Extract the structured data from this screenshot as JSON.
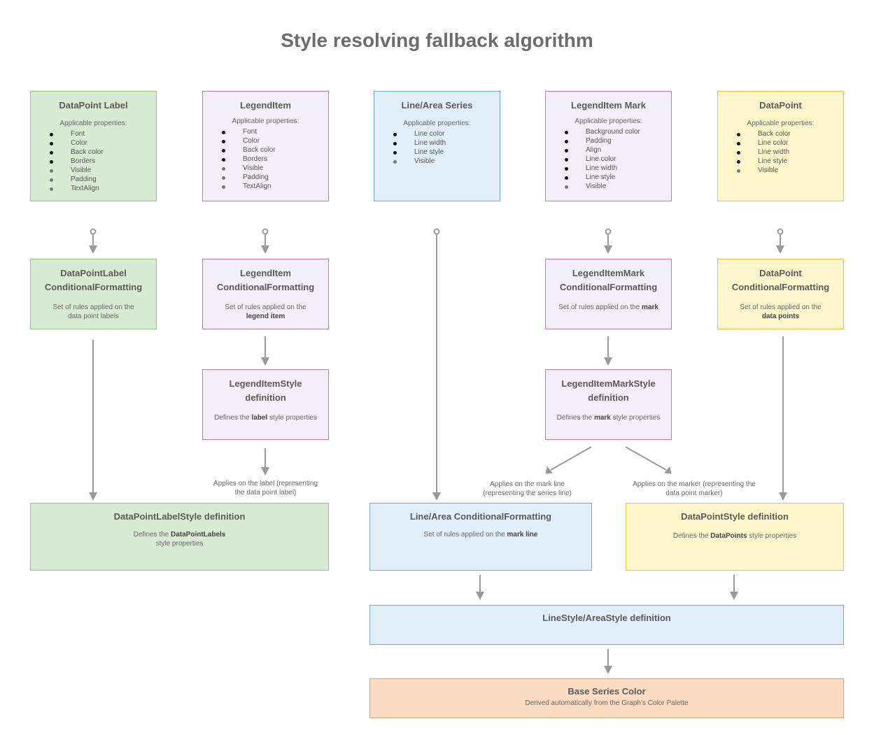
{
  "title": "Style resolving fallback algorithm",
  "boxes": {
    "datapoint_label": {
      "title": "DataPoint Label",
      "props_label": "Applicable properties:",
      "props": [
        "Font",
        "Color",
        "Back color",
        "Borders",
        "Visible",
        "Padding",
        "TextAlign"
      ]
    },
    "legend_item": {
      "title": "LegendItem",
      "props_label": "Applicable properties:",
      "props": [
        "Font",
        "Color",
        "Back color",
        "Borders",
        "Visible",
        "Padding",
        "TextAlign"
      ]
    },
    "line_area_series": {
      "title": "Line/Area Series",
      "props_label": "Applicable properties:",
      "props": [
        "Line color",
        "Line width",
        "Line style",
        "Visible"
      ]
    },
    "legend_item_mark": {
      "title": "LegendItem Mark",
      "props_label": "Applicable properties:",
      "props": [
        "Background color",
        "Padding",
        "Align",
        "Line color",
        "Line width",
        "Line style",
        "Visible"
      ]
    },
    "datapoint": {
      "title": "DataPoint",
      "props_label": "Applicable properties:",
      "props": [
        "Back color",
        "Line color",
        "Line width",
        "Line style",
        "Visible"
      ]
    },
    "datapoint_label_cf": {
      "title_line1": "DataPointLabel",
      "title_line2": "ConditionalFormatting",
      "desc_line1": "Set of rules applied on the",
      "desc_line2": "data point labels"
    },
    "legend_item_cf": {
      "title_line1": "LegendItem",
      "title_line2": "ConditionalFormatting",
      "desc_line1": "Set of rules applied on the",
      "desc_bold": "legend item"
    },
    "legend_item_mark_cf": {
      "title_line1": "LegendItemMark",
      "title_line2": "ConditionalFormatting",
      "desc_pre": "Set of rules applied on the ",
      "desc_bold": "mark"
    },
    "datapoint_cf": {
      "title_line1": "DataPoint",
      "title_line2": "ConditionalFormatting",
      "desc_line1": "Set of rules applied on the",
      "desc_bold": "data points"
    },
    "legend_item_style": {
      "title_line1": "LegendItemStyle",
      "title_line2": "definition",
      "desc_pre": "Defines the ",
      "desc_bold": "label",
      "desc_post": " style properties"
    },
    "legend_item_mark_style": {
      "title_line1": "LegendItemMarkStyle",
      "title_line2": "definition",
      "desc_pre": "Defines the ",
      "desc_bold": "mark",
      "desc_post": " style properties"
    },
    "datapoint_label_style": {
      "title": "DataPointLabelStyle definition",
      "desc_pre": "Defines the ",
      "desc_bold": "DataPointLabels",
      "desc_line2": "style properties"
    },
    "line_area_cf": {
      "title": "Line/Area ConditionalFormatting",
      "desc_pre": "Set of rules applied on the ",
      "desc_bold": "mark line"
    },
    "datapoint_style": {
      "title": "DataPointStyle definition",
      "desc_pre": "Defines the ",
      "desc_bold": "DataPoints",
      "desc_post": " style properties"
    },
    "line_area_style": {
      "title": "LineStyle/AreaStyle definition"
    },
    "base_series_color": {
      "title": "Base Series Color",
      "desc": "Derived automatically from the Graph’s Color Palette"
    }
  },
  "notes": {
    "label": {
      "line1": "Applies on the label (representing",
      "line2": "the data point label)"
    },
    "mark_line": {
      "line1": "Applies on the mark line",
      "line2": "(representing the series line)"
    },
    "marker": {
      "line1": "Applies on the marker (representing the",
      "line2": "data point marker)"
    }
  },
  "colors": {
    "green_fill": "#d9ead3",
    "green_border": "#93c47d",
    "purple_fill": "#f3eefa",
    "purple_border": "#c27ba0",
    "blue_fill": "#e1eef9",
    "blue_border": "#6fa8dc",
    "yellow_fill": "#fff6cc",
    "yellow_border": "#f1c232",
    "orange_fill": "#fbdcc3",
    "orange_border": "#c9a58a",
    "arrow": "#999999"
  }
}
